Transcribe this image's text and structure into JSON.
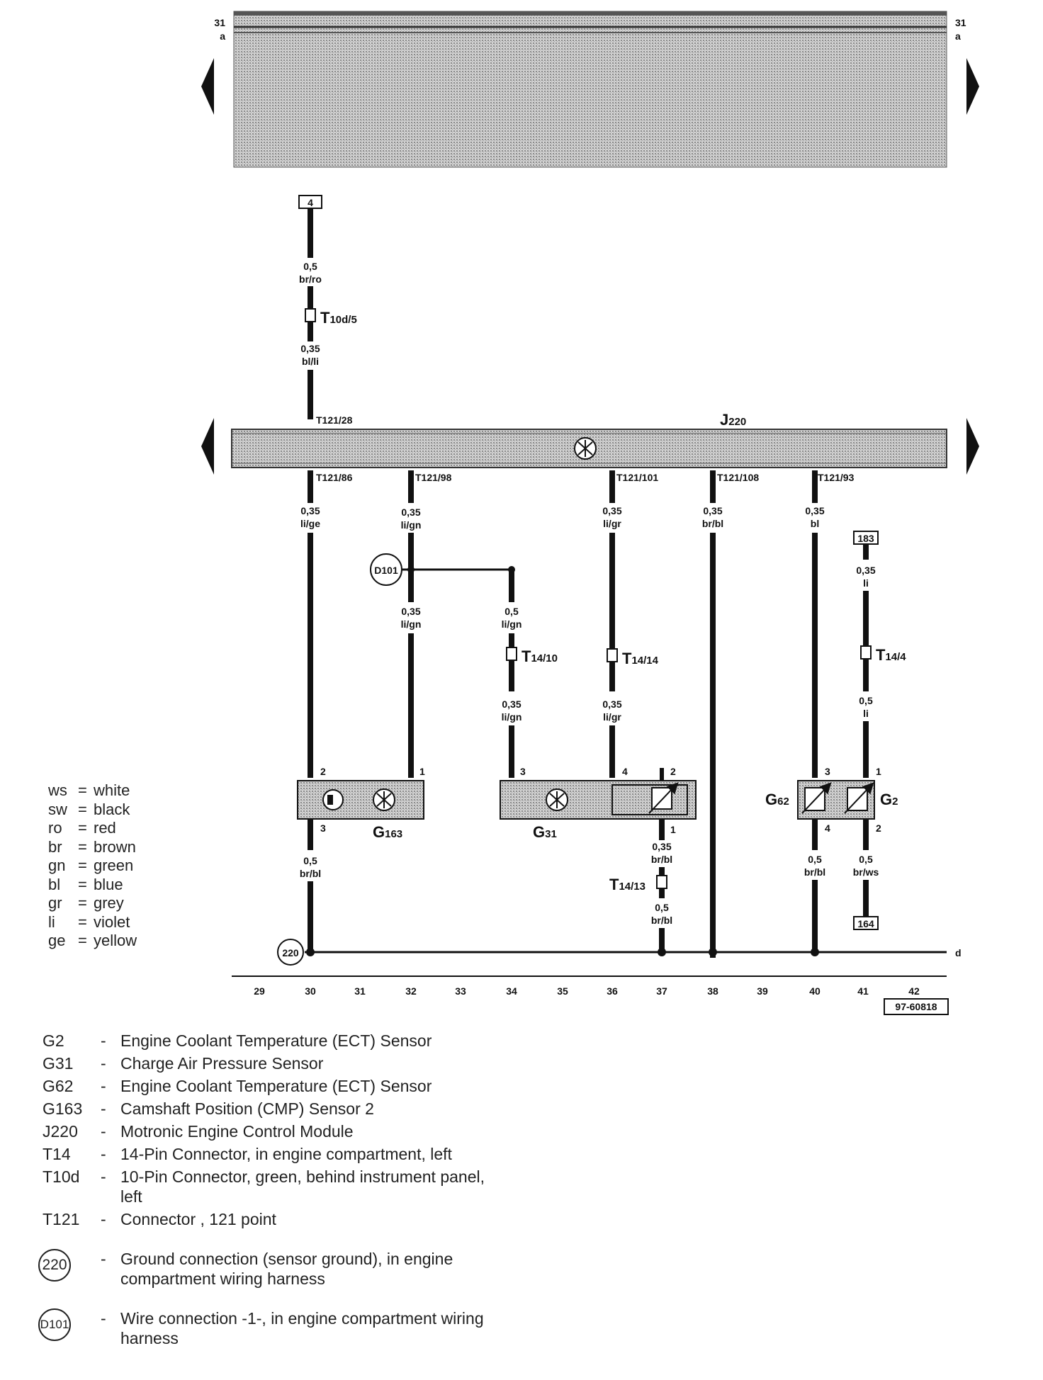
{
  "pages": {
    "left": "31",
    "left_sub": "a",
    "right": "31",
    "right_sub": "a"
  },
  "terminal_box": "4",
  "top_wire": {
    "size1": "0,5",
    "color1": "br/ro",
    "connector": "T10d/5",
    "size2": "0,35",
    "color2": "bl/li"
  },
  "ecm": {
    "label": "J220",
    "pin_top": "T121/28"
  },
  "ecm_pins": [
    "T121/86",
    "T121/98",
    "T121/101",
    "T121/108",
    "T121/93"
  ],
  "wires": [
    {
      "size": "0,35",
      "color": "li/ge"
    },
    {
      "size": "0,35",
      "color": "li/gn"
    },
    {
      "size": "0,35",
      "color": "li/gr"
    },
    {
      "size": "0,35",
      "color": "br/bl"
    },
    {
      "size": "0,35",
      "color": "bl"
    }
  ],
  "splice": "D101",
  "after_splice": {
    "size": "0,35",
    "color": "li/gn"
  },
  "branch": {
    "size": "0,5",
    "color": "li/gn",
    "connector": "T14/10",
    "size2": "0,35",
    "color2": "li/gn"
  },
  "g31_wire": {
    "connector": "T14/14",
    "size2": "0,35",
    "color2": "li/gr"
  },
  "g2_top": {
    "box": "183",
    "size": "0,35",
    "color": "li",
    "connector": "T14/4",
    "size2": "0,5",
    "color2": "li"
  },
  "sensors": {
    "g163": {
      "label": "G163",
      "pin_a": "2",
      "pin_b": "1",
      "pin_c": "3"
    },
    "g31": {
      "label": "G31",
      "pin_a": "3",
      "pin_b": "4",
      "pin_c": "2",
      "pin_d": "1"
    },
    "g62": {
      "label": "G62",
      "pin_a": "3",
      "pin_b": "4"
    },
    "g2": {
      "label": "G2",
      "pin_a": "1",
      "pin_b": "2"
    }
  },
  "lower_wires": {
    "g163_ground": {
      "size": "0,5",
      "color": "br/bl"
    },
    "g31_ground1": {
      "size": "0,35",
      "color": "br/bl",
      "connector": "T14/13",
      "size2": "0,5",
      "color2": "br/bl"
    },
    "g62_ground": {
      "size": "0,5",
      "color": "br/bl"
    },
    "g2_ground": {
      "size": "0,5",
      "color": "br/ws",
      "box": "164"
    }
  },
  "ground": {
    "label": "220",
    "line": "d"
  },
  "grid_numbers": [
    "29",
    "30",
    "31",
    "32",
    "33",
    "34",
    "35",
    "36",
    "37",
    "38",
    "39",
    "40",
    "41",
    "42"
  ],
  "drawing_id": "97-60818",
  "color_legend": [
    {
      "code": "ws",
      "eq": "=",
      "name": "white"
    },
    {
      "code": "sw",
      "eq": "=",
      "name": "black"
    },
    {
      "code": "ro",
      "eq": "=",
      "name": "red"
    },
    {
      "code": "br",
      "eq": "=",
      "name": "brown"
    },
    {
      "code": "gn",
      "eq": "=",
      "name": "green"
    },
    {
      "code": "bl",
      "eq": "=",
      "name": "blue"
    },
    {
      "code": "gr",
      "eq": "=",
      "name": "grey"
    },
    {
      "code": "li",
      "eq": "=",
      "name": "violet"
    },
    {
      "code": "ge",
      "eq": "=",
      "name": "yellow"
    }
  ],
  "component_legend": [
    {
      "code": "G2",
      "dash": "-",
      "desc": "Engine Coolant Temperature (ECT) Sensor"
    },
    {
      "code": "G31",
      "dash": "-",
      "desc": "Charge Air Pressure Sensor"
    },
    {
      "code": "G62",
      "dash": "-",
      "desc": "Engine Coolant Temperature (ECT) Sensor"
    },
    {
      "code": "G163",
      "dash": "-",
      "desc": "Camshaft Position (CMP) Sensor 2"
    },
    {
      "code": "J220",
      "dash": "-",
      "desc": "Motronic Engine Control Module"
    },
    {
      "code": "T14",
      "dash": "-",
      "desc": "14-Pin Connector, in engine compartment, left"
    },
    {
      "code": "T10d",
      "dash": "-",
      "desc": "10-Pin Connector, green, behind instrument panel, left"
    },
    {
      "code": "T121",
      "dash": "-",
      "desc": "Connector , 121 point"
    }
  ],
  "symbol_legend": [
    {
      "symbol": "220",
      "dash": "-",
      "desc": "Ground connection (sensor ground), in engine compartment wiring harness"
    },
    {
      "symbol": "D101",
      "dash": "-",
      "desc": "Wire connection -1-, in engine compartment wiring harness"
    }
  ],
  "colors": {
    "ink": "#111111",
    "fill": "#bdbdbd"
  }
}
